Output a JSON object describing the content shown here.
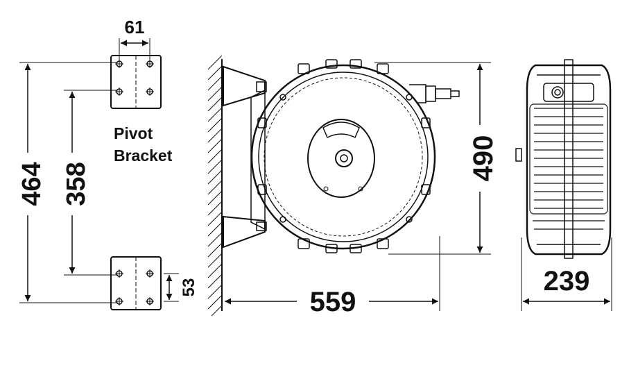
{
  "diagram": {
    "bracket_label_line1": "Pivot",
    "bracket_label_line2": "Bracket",
    "dimensions": {
      "bracket_width": "61",
      "overall_height": "464",
      "hole_spacing": "358",
      "bracket_height": "53",
      "depth": "559",
      "reel_height": "490",
      "reel_width": "239"
    }
  },
  "colors": {
    "line": "#111111",
    "background": "#ffffff"
  }
}
